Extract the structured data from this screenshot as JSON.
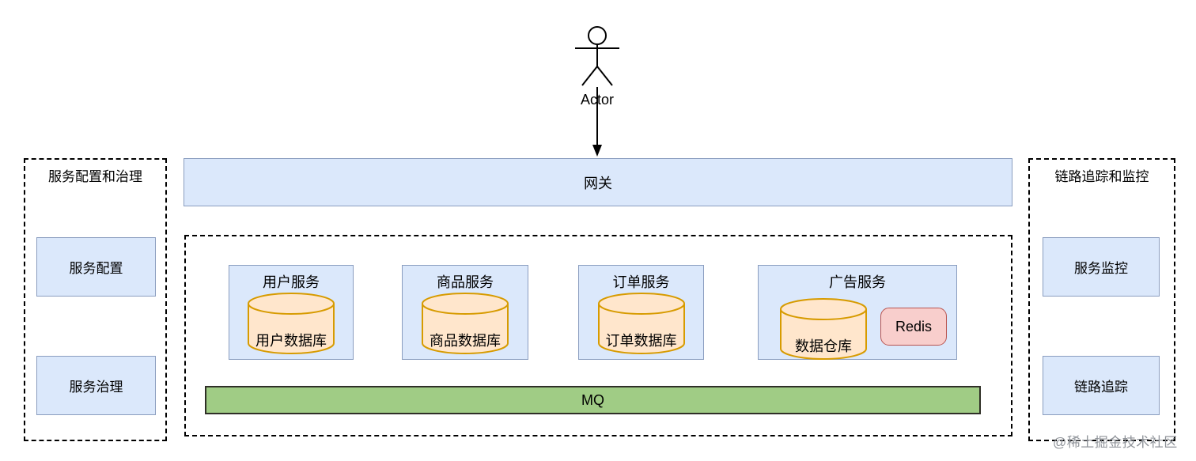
{
  "diagram": {
    "actor": {
      "label": "Actor"
    },
    "gateway": {
      "label": "网关"
    },
    "left_panel": {
      "title": "服务配置和治理",
      "items": [
        {
          "label": "服务配置"
        },
        {
          "label": "服务治理"
        }
      ]
    },
    "right_panel": {
      "title": "链路追踪和监控",
      "items": [
        {
          "label": "服务监控"
        },
        {
          "label": "链路追踪"
        }
      ]
    },
    "services": [
      {
        "name": "用户服务",
        "database": "用户数据库"
      },
      {
        "name": "商品服务",
        "database": "商品数据库"
      },
      {
        "name": "订单服务",
        "database": "订单数据库"
      },
      {
        "name": "广告服务",
        "database": "数据仓库",
        "cache": "Redis"
      }
    ],
    "mq": {
      "label": "MQ"
    },
    "watermark": "@稀土掘金技术社区"
  },
  "colors": {
    "node_fill": "#dbe8fb",
    "node_border": "#8a9dbf",
    "db_fill": "#ffe6cc",
    "db_border": "#d79b00",
    "redis_fill": "#f8cecc",
    "redis_border": "#b85450",
    "mq_fill": "#a0cc85",
    "mq_border": "#2f2f27",
    "dashed_border": "#000000",
    "watermark_text": "#8f9399"
  }
}
